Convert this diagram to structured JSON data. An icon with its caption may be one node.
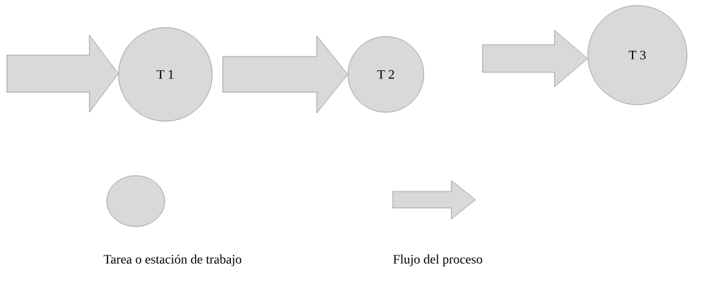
{
  "diagram": {
    "nodes": [
      {
        "text": [
          "T 1"
        ]
      },
      {
        "text": [
          "T 2"
        ]
      },
      {
        "text": [
          "T 3"
        ]
      }
    ],
    "edges": [
      {
        "from": null,
        "to": 0,
        "arrow": "to"
      },
      {
        "from": 0,
        "to": 1,
        "arrow": "to"
      },
      {
        "from": 1,
        "to": 2,
        "arrow": "to"
      }
    ],
    "legend": [
      {
        "text": "Tarea o estación de trabajo"
      },
      {
        "text": "Flujo del proceso"
      }
    ]
  }
}
